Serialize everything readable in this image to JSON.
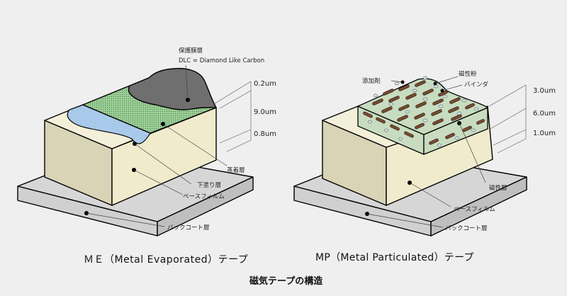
{
  "me": {
    "title": "ＭＥ（Metal Evaporated）テープ",
    "labels": {
      "protective": "保護膜層",
      "dlc": "DLC = Diamond Like Carbon",
      "deposited": "蒸着層",
      "undercoat": "下塗り層",
      "base": "ベースフィルム",
      "backcoat": "バックコート層"
    },
    "dims": {
      "top": "0.2um",
      "mid": "9.0um",
      "bottom": "0.8um"
    }
  },
  "mp": {
    "title": "MP（Metal Particulated）テープ",
    "labels": {
      "additive": "添加剤",
      "powder": "磁性粉",
      "binder": "バインダ",
      "magnetic": "磁性層",
      "base": "ベースフィルム",
      "backcoat": "バックコート層"
    },
    "dims": {
      "top": "3.0um",
      "mid": "6.0um",
      "bottom": "1.0um"
    }
  },
  "caption": "磁気テープの構造",
  "colors": {
    "background": "#efefef",
    "base_film": "#f0ebcc",
    "back_coat": "#d4d4d4",
    "protective": "#6f6f6f",
    "deposited": "#a8d3a0",
    "undercoat": "#a9c9ea",
    "magnetic": "#c8dcc0",
    "powder": "#7a4a30"
  }
}
